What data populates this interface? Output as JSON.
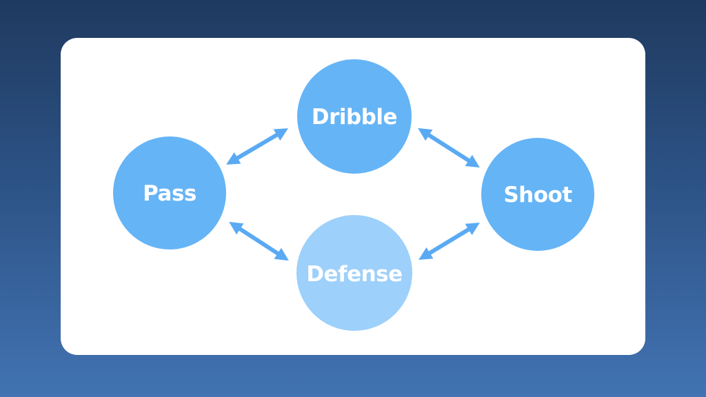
{
  "diagram": {
    "nodes": [
      {
        "id": "dribble",
        "label": "Dribble",
        "color": "#65b4f6"
      },
      {
        "id": "pass",
        "label": "Pass",
        "color": "#65b4f6"
      },
      {
        "id": "shoot",
        "label": "Shoot",
        "color": "#65b4f6"
      },
      {
        "id": "defense",
        "label": "Defense",
        "color": "#9dd0fb"
      }
    ],
    "edges": [
      {
        "from": "pass",
        "to": "dribble",
        "direction": "both"
      },
      {
        "from": "dribble",
        "to": "shoot",
        "direction": "both"
      },
      {
        "from": "pass",
        "to": "defense",
        "direction": "both"
      },
      {
        "from": "defense",
        "to": "shoot",
        "direction": "both"
      }
    ],
    "arrow_color": "#5aaaf3",
    "card_color": "#ffffff"
  }
}
